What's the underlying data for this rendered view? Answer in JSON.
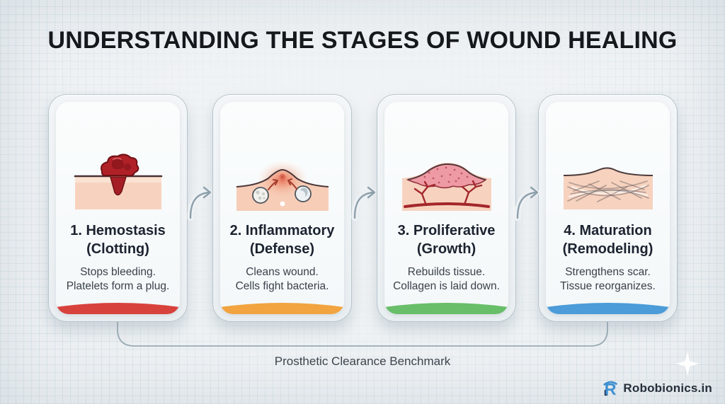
{
  "title": "UNDERSTANDING THE STAGES OF WOUND HEALING",
  "stages": [
    {
      "title": "1. Hemostasis",
      "subtitle": "(Clotting)",
      "desc1": "Stops bleeding.",
      "desc2": "Platelets form a plug.",
      "accent": "#d8423d",
      "illustration": "blood-clot"
    },
    {
      "title": "2. Inflammatory",
      "subtitle": "(Defense)",
      "desc1": "Cleans wound.",
      "desc2": "Cells fight bacteria.",
      "accent": "#f1a43f",
      "illustration": "immune-cells"
    },
    {
      "title": "3. Proliferative",
      "subtitle": "(Growth)",
      "desc1": "Rebuilds tissue.",
      "desc2": "Collagen is laid down.",
      "accent": "#68be69",
      "illustration": "tissue-growth"
    },
    {
      "title": "4. Maturation",
      "subtitle": "(Remodeling)",
      "desc1": "Strengthens scar.",
      "desc2": "Tissue reorganizes.",
      "accent": "#4b9cd8",
      "illustration": "collagen-fibers"
    }
  ],
  "footer": {
    "caption": "Prosthetic Clearance Benchmark",
    "brand": "Robobionics.in"
  },
  "colors": {
    "background": "#edf0f3",
    "card_border": "#b7c5cd",
    "arrow": "#8da0ab",
    "title_text": "#15181d",
    "body_text": "#3a414b"
  }
}
